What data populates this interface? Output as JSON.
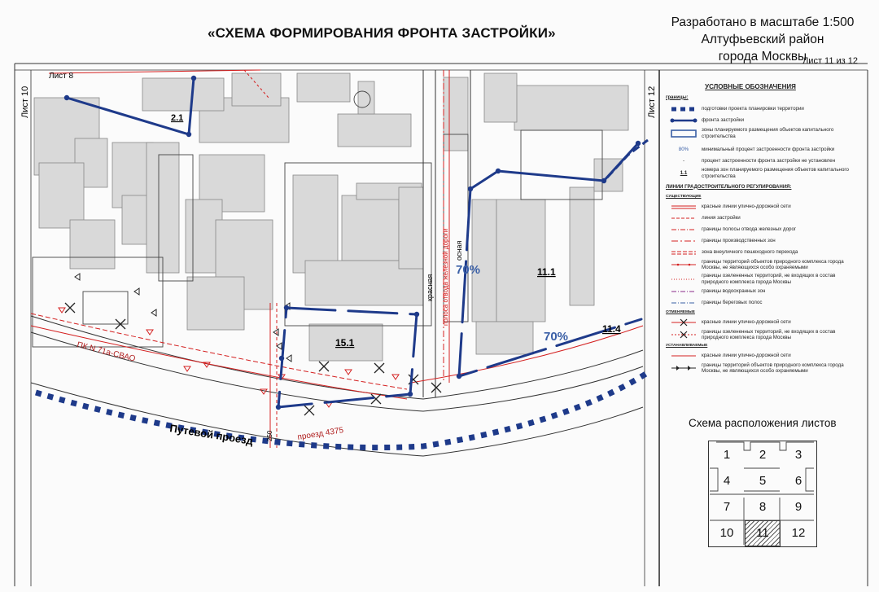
{
  "header": {
    "title": "«СХЕМА ФОРМИРОВАНИЯ ФРОНТА ЗАСТРОЙКИ»",
    "scale": "Разработано в масштабе 1:500",
    "district": "Алтуфьевский район",
    "city": "города Москвы",
    "sheet": "Лист 11 из 12"
  },
  "map_labels": {
    "sheet_left": "Лист 10",
    "sheet_right": "Лист 12",
    "sheet_top": "Лист 8",
    "zone_2_1": "2.1",
    "zone_15_1": "15.1",
    "zone_11_1": "11.1",
    "zone_11_4": "11.4",
    "pct_left": "70%",
    "pct_right": "70%",
    "street_putevoy": "Путевой проезд",
    "street_4375": "проезд 4375",
    "pk": "ПК N 71а-СВАО",
    "red_line_krasnaya": "красная",
    "red_line_osnovnaya": "осная",
    "red_line_rail": "полоса отвода железной дороги",
    "dim_250": "250"
  },
  "legend": {
    "title": "УСЛОВНЫЕ ОБОЗНАЧЕНИЯ",
    "section_borders": "границы:",
    "items_borders": [
      {
        "symbol": "blue-dashed-thick",
        "text": "подготовки проекта планировки территории"
      },
      {
        "symbol": "blue-line-dots",
        "text": "фронта застройки"
      },
      {
        "symbol": "blue-box",
        "text": "зоны планируемого размещения объектов капитального строительства"
      }
    ],
    "items_markers": [
      {
        "symbol": "80%",
        "text": "минимальный процент застроенности фронта застройки"
      },
      {
        "symbol": "-",
        "text": "процент застроенности фронта застройки не установлен"
      },
      {
        "symbol": "1.1",
        "text": "номера зон планируемого размещения объектов капитального строительства"
      }
    ],
    "section_lines": "ЛИНИИ ГРАДОСТРОИТЕЛЬНОГО РЕГУЛИРОВАНИЯ:",
    "sub_existing": "СУЩЕСТВУЮЩИЕ",
    "items_existing": [
      {
        "symbol": "red-double",
        "text": "красные линии улично-дорожной сети"
      },
      {
        "symbol": "red-dash",
        "text": "линия застройки"
      },
      {
        "symbol": "red-dashdot",
        "text": "границы полосы отвода железных дорог"
      },
      {
        "symbol": "red-dot-dash",
        "text": "границы производственных зон"
      },
      {
        "symbol": "red-double-dash",
        "text": "зона внеуличного пешеходного перехода"
      },
      {
        "symbol": "red-line-dots",
        "text": "границы территорий объектов природного комплекса города Москвы, не являющихся особо охраняемыми"
      },
      {
        "symbol": "red-fine-dots",
        "text": "границы озелененных территорий, не входящих в состав природного комплекса города Москвы"
      },
      {
        "symbol": "purple-dashdot",
        "text": "границы водоохранных зон"
      },
      {
        "symbol": "blue-dashdot",
        "text": "границы береговых полос"
      }
    ],
    "sub_cancelled": "ОТМЕНЯЕМЫЕ",
    "items_cancelled": [
      {
        "symbol": "red-x",
        "text": "красные линии улично-дорожной сети"
      },
      {
        "symbol": "red-x-dash",
        "text": "границы озелененных территорий, не входящих в состав природного комплекса города Москвы"
      }
    ],
    "sub_established": "УСТАНАВЛИВАЕМЫЕ",
    "items_established": [
      {
        "symbol": "red-thin",
        "text": "красные линии улично-дорожной сети"
      },
      {
        "symbol": "black-triangles",
        "text": "границы территорий объектов природного комплекса города Москвы, не являющихся особо охраняемыми"
      }
    ]
  },
  "key_map": {
    "title": "Схема расположения листов",
    "cells": [
      "1",
      "2",
      "3",
      "4",
      "5",
      "6",
      "7",
      "8",
      "9",
      "10",
      "11",
      "12"
    ],
    "current": "11"
  },
  "colors": {
    "frontage_blue": "#1e3a8a",
    "red_lines": "#d42020",
    "pct_blue": "#3a5fa6"
  }
}
